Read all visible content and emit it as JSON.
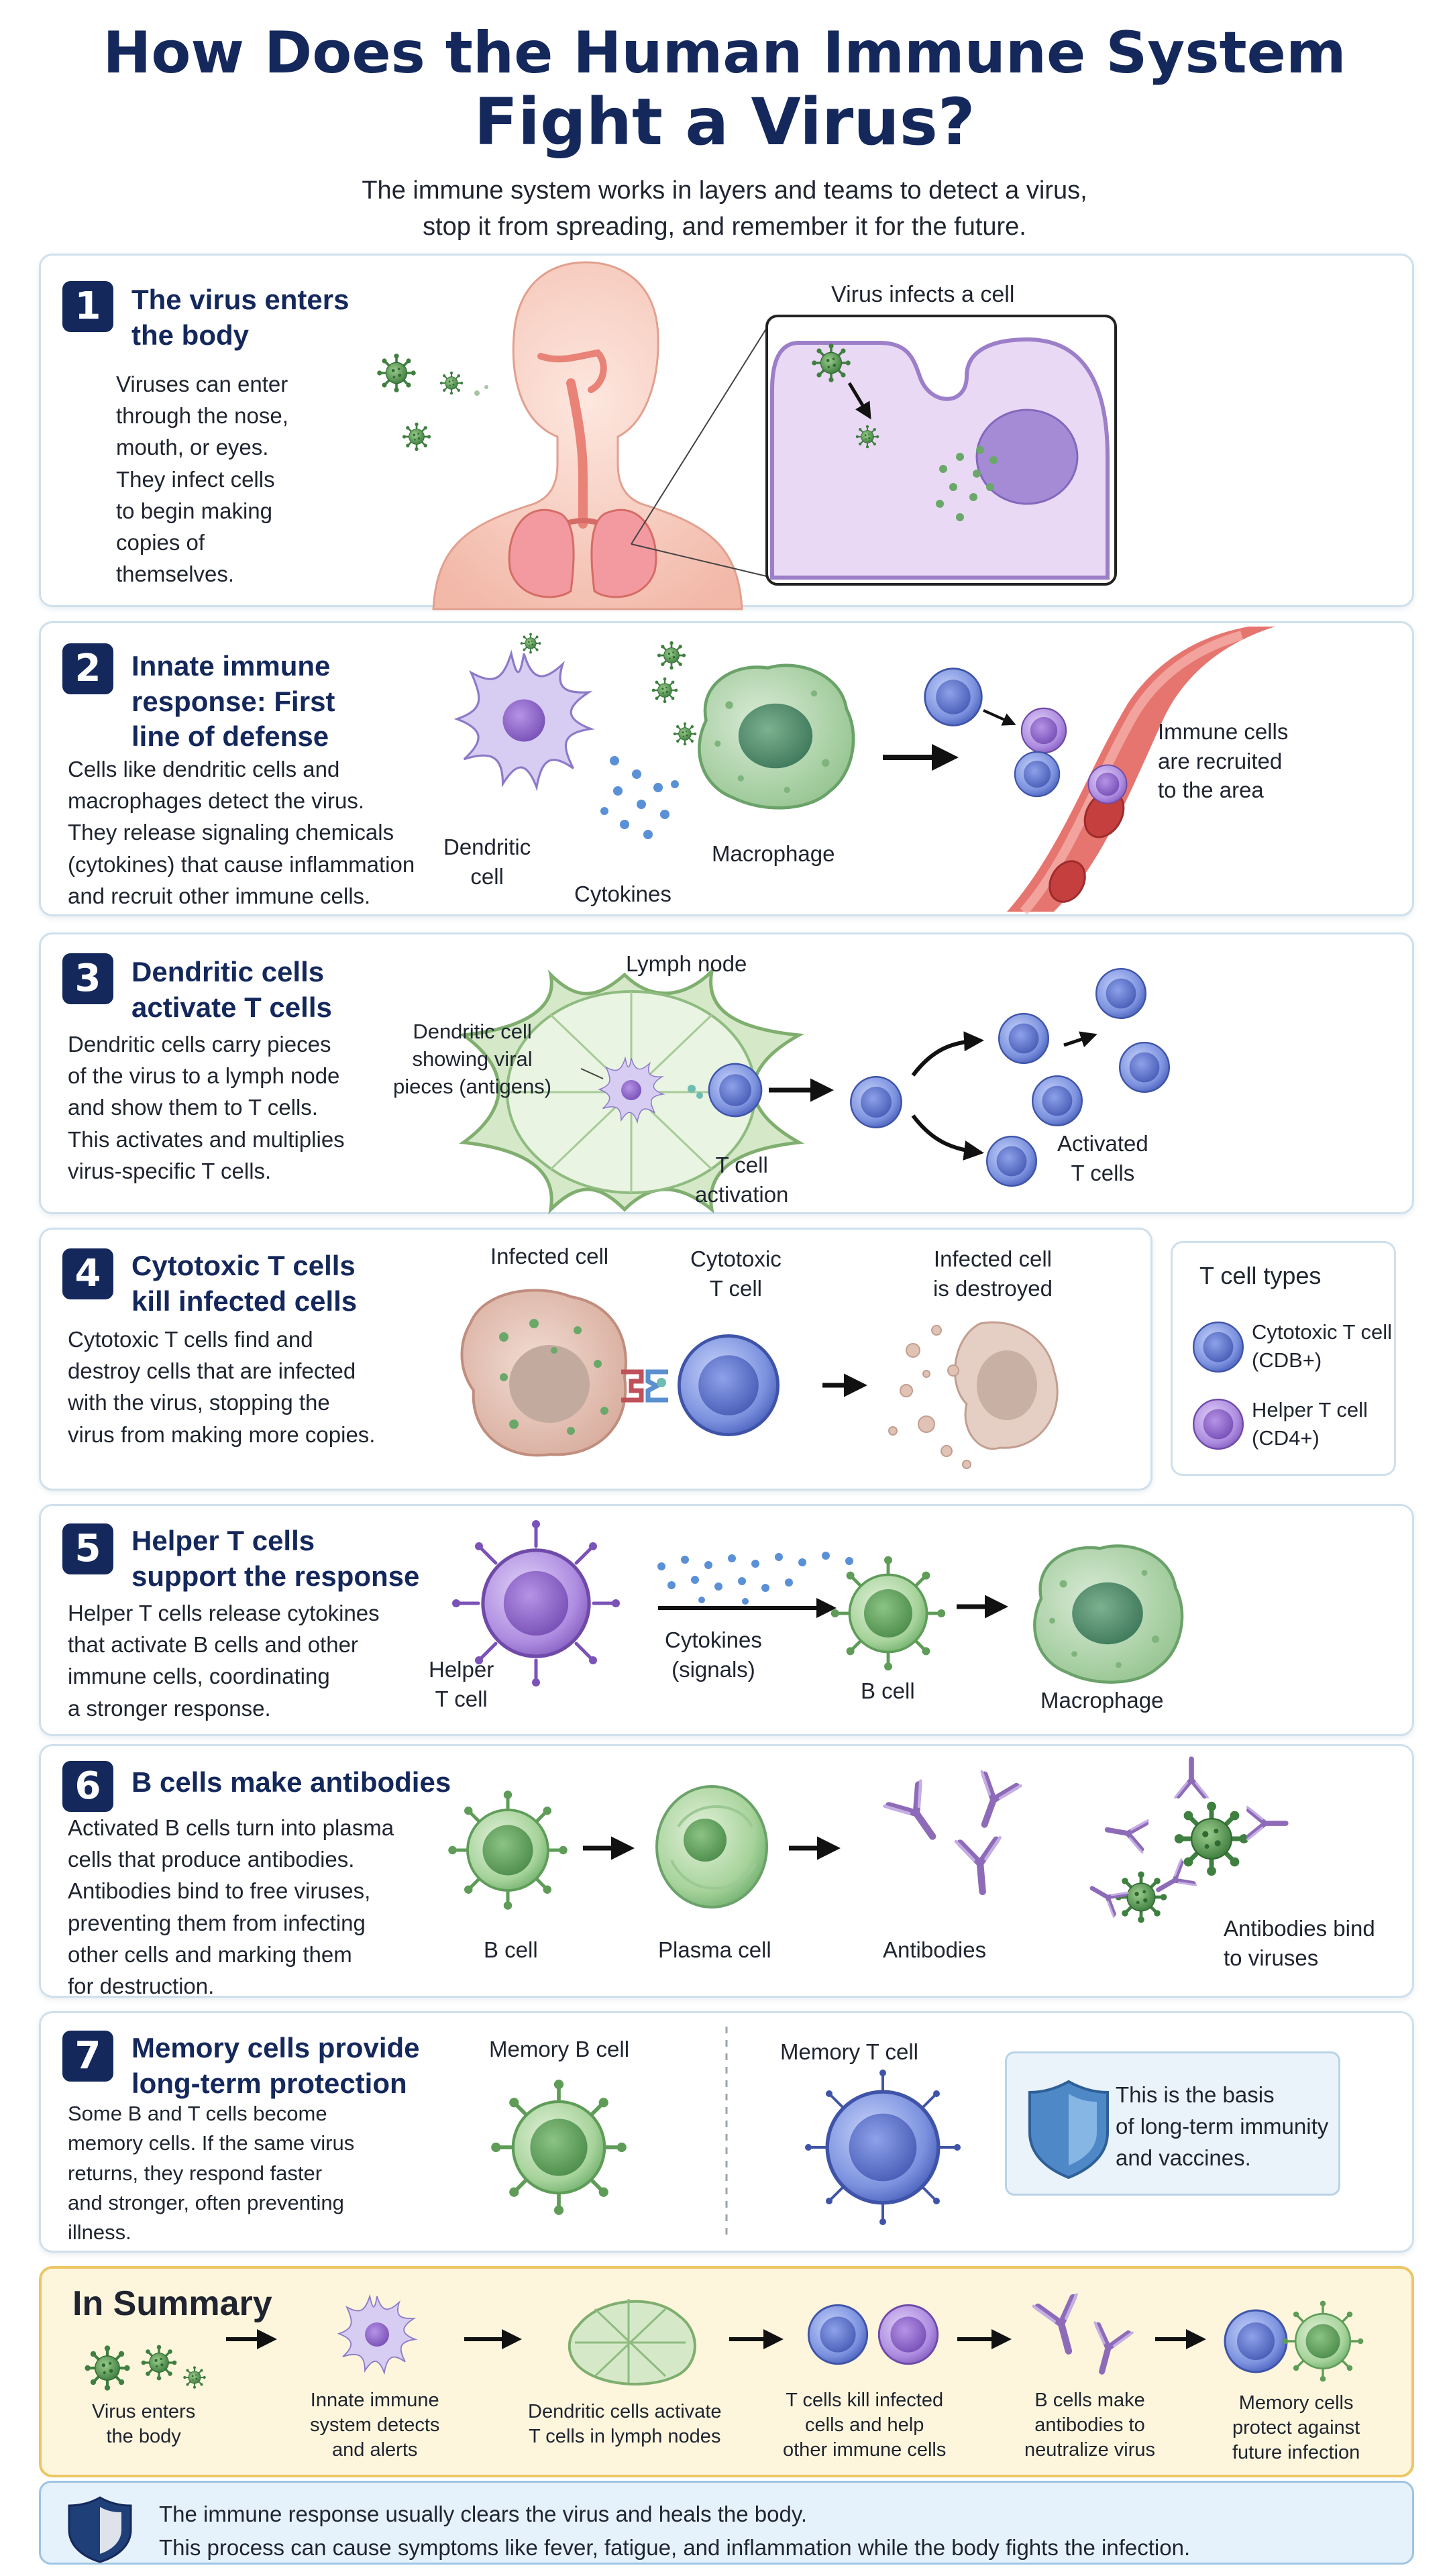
{
  "title": {
    "line1": "How Does the Human Immune System",
    "line2": "Fight a Virus?"
  },
  "subtitle": {
    "line1": "The immune system works in layers and teams to detect a virus,",
    "line2": "stop it from spreading, and remember it for the future."
  },
  "colors": {
    "navy": "#14285c",
    "panel_border": "#cfe0ec",
    "virus_green": "#4f9450",
    "tcell_blue": "#6f86d8",
    "helper_purple": "#a47fd6",
    "bcell_green": "#78b574",
    "antibody_purple": "#8e6bb8",
    "summary_bg": "#fdf6dc",
    "summary_border": "#ecc664"
  },
  "sections": [
    {
      "number": "1",
      "title": [
        "The virus enters",
        "the body"
      ],
      "desc": [
        "Viruses can enter",
        "through the nose,",
        "mouth, or eyes.",
        "They infect cells",
        "to begin making",
        "copies of",
        "themselves."
      ],
      "labels": {
        "inset": "Virus infects a cell"
      }
    },
    {
      "number": "2",
      "title": [
        "Innate immune",
        "response: First",
        "line of defense"
      ],
      "desc": [
        "Cells like dendritic cells and",
        "macrophages detect the virus.",
        "They release signaling chemicals",
        "(cytokines) that cause inflammation",
        "and recruit other immune cells."
      ],
      "labels": {
        "dendritic": [
          "Dendritic",
          "cell"
        ],
        "cytokines": "Cytokines",
        "macrophage": "Macrophage",
        "recruited": [
          "Immune cells",
          "are recruited",
          "to the area"
        ]
      }
    },
    {
      "number": "3",
      "title": [
        "Dendritic cells",
        "activate T cells"
      ],
      "desc": [
        "Dendritic cells carry pieces",
        "of the virus to a lymph node",
        "and show them to T cells.",
        "This activates and multiplies",
        "virus-specific T cells."
      ],
      "labels": {
        "lymph": "Lymph node",
        "showing": [
          "Dendritic cell",
          "showing viral",
          "pieces (antigens)"
        ],
        "activation": [
          "T cell",
          "activation"
        ],
        "activated": [
          "Activated",
          "T cells"
        ]
      }
    },
    {
      "number": "4",
      "title": [
        "Cytotoxic T cells",
        "kill infected cells"
      ],
      "desc": [
        "Cytotoxic T cells find and",
        "destroy cells that are infected",
        "with the virus, stopping the",
        "virus from making more copies."
      ],
      "labels": {
        "infected": "Infected cell",
        "cytotoxic": [
          "Cytotoxic",
          "T cell"
        ],
        "destroyed": [
          "Infected cell",
          "is destroyed"
        ]
      }
    },
    {
      "number": "5",
      "title": [
        "Helper T cells",
        "support the response"
      ],
      "desc": [
        "Helper T cells release cytokines",
        "that activate B cells and other",
        "immune cells, coordinating",
        "a stronger response."
      ],
      "labels": {
        "helper": [
          "Helper",
          "T cell"
        ],
        "cytokines": [
          "Cytokines",
          "(signals)"
        ],
        "bcell": "B cell",
        "macrophage": "Macrophage"
      }
    },
    {
      "number": "6",
      "title": [
        "B cells make antibodies"
      ],
      "desc": [
        "Activated B cells turn into plasma",
        "cells that produce antibodies.",
        "Antibodies bind to free viruses,",
        "preventing them from infecting",
        "other cells and marking them",
        "for destruction."
      ],
      "labels": {
        "bcell": "B cell",
        "plasma": "Plasma cell",
        "antibodies": "Antibodies",
        "bind": [
          "Antibodies bind",
          "to viruses"
        ]
      }
    },
    {
      "number": "7",
      "title": [
        "Memory cells provide",
        "long-term protection"
      ],
      "desc": [
        "Some B and T cells become",
        "memory cells. If the same virus",
        "returns, they respond faster",
        "and stronger, often preventing",
        "illness."
      ],
      "labels": {
        "memory_b": "Memory B cell",
        "memory_t": "Memory T cell"
      },
      "note": [
        "This is the basis",
        "of long-term immunity",
        "and vaccines."
      ]
    }
  ],
  "legend": {
    "title": "T cell types",
    "items": [
      {
        "label": [
          "Cytotoxic T cell",
          "(CDB+)"
        ],
        "color": "#6f86d8"
      },
      {
        "label": [
          "Helper T cell",
          "(CD4+)"
        ],
        "color": "#a47fd6"
      }
    ]
  },
  "summary": {
    "title": "In Summary",
    "steps": [
      [
        "Virus enters",
        "the body"
      ],
      [
        "Innate immune",
        "system detects",
        "and alerts"
      ],
      [
        "Dendritic cells activate",
        "T cells in lymph nodes"
      ],
      [
        "T cells kill infected",
        "cells and help",
        "other immune cells"
      ],
      [
        "B cells make",
        "antibodies to",
        "neutralize virus"
      ],
      [
        "Memory cells",
        "protect against",
        "future infection"
      ]
    ]
  },
  "footer": [
    "The immune response usually clears the virus and heals the body.",
    "This process can cause symptoms like fever, fatigue, and inflammation while the body fights the infection."
  ]
}
